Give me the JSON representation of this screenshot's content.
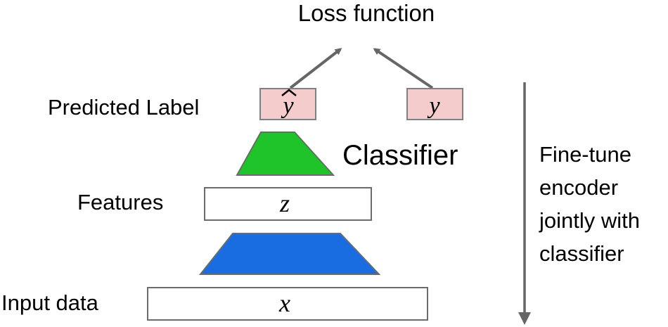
{
  "labels": {
    "loss": "Loss function",
    "predicted_label": "Predicted Label",
    "classifier": "Classifier",
    "features": "Features",
    "input_data": "Input data",
    "side_note": [
      "Fine-tune",
      "encoder",
      "jointly with",
      "classifier"
    ]
  },
  "symbols": {
    "y_hat": "y",
    "y": "y",
    "z": "z",
    "x": "x"
  },
  "colors": {
    "label_box_fill": "#f4cccc",
    "label_box_stroke": "#808080",
    "classifier_fill": "#1fc42b",
    "encoder_fill": "#1a6de0",
    "feature_box_fill": "#ffffff",
    "shape_stroke": "#6b6b6b",
    "arrow": "#666666"
  }
}
